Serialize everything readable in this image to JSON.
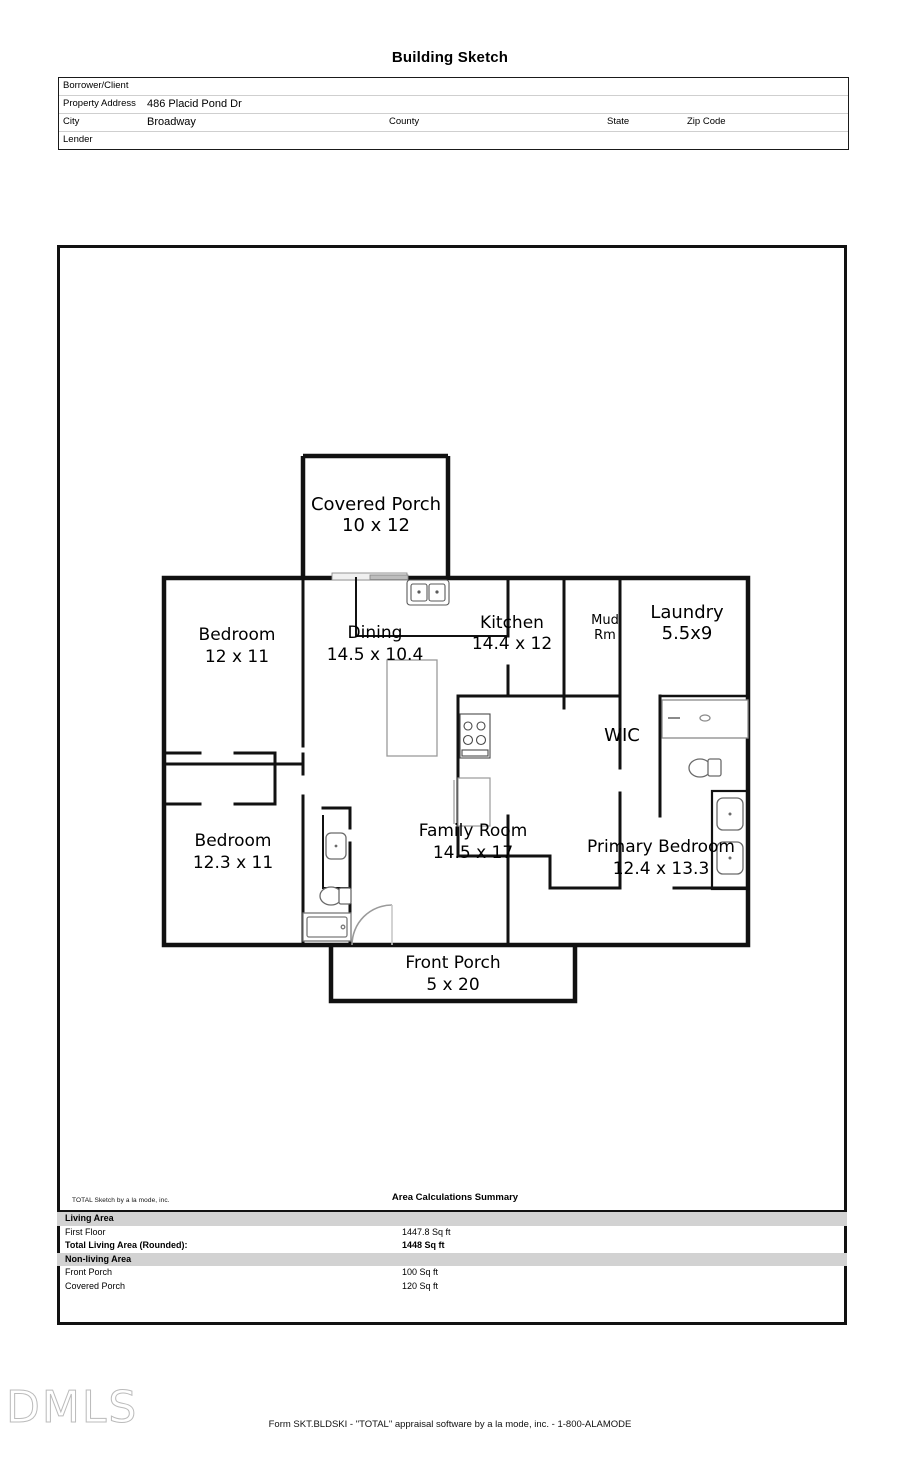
{
  "document": {
    "title": "Building Sketch",
    "form_footer": "Form SKT.BLDSKI - \"TOTAL\" appraisal software by a la mode, inc. - 1-800-ALAMODE",
    "watermark": "DMLS",
    "sketch_credit": "TOTAL Sketch by a la mode, inc."
  },
  "header_fields": [
    {
      "label": "Borrower/Client",
      "value": ""
    },
    {
      "label": "Property Address",
      "value": "486 Placid Pond Dr"
    },
    {
      "label": "City",
      "value": "Broadway",
      "label_county": "County",
      "value_county": "",
      "label_state": "State",
      "value_state": "",
      "label_zip": "Zip Code",
      "value_zip": ""
    },
    {
      "label": "Lender",
      "value": ""
    }
  ],
  "floorplan": {
    "rooms": [
      {
        "name": "Covered Porch",
        "dimensions": "10 x 12"
      },
      {
        "name": "Bedroom",
        "dimensions": "12 x 11"
      },
      {
        "name": "Dining",
        "dimensions": "14.5 x 10.4"
      },
      {
        "name": "Kitchen",
        "dimensions": "14.4 x 12"
      },
      {
        "name": "Mud",
        "dimensions": "Rm"
      },
      {
        "name": "Laundry",
        "dimensions": "5.5x9"
      },
      {
        "name": "WIC",
        "dimensions": ""
      },
      {
        "name": "Bedroom",
        "dimensions": "12.3 x 11"
      },
      {
        "name": "Family Room",
        "dimensions": "14.5 x 17"
      },
      {
        "name": "Primary Bedroom",
        "dimensions": "12.4 x 13.3"
      },
      {
        "name": "Front Porch",
        "dimensions": "5 x 20"
      }
    ]
  },
  "area_summary": {
    "title": "Area Calculations Summary",
    "rows": [
      {
        "kind": "section",
        "label": "Living Area",
        "value": ""
      },
      {
        "kind": "item",
        "label": "First Floor",
        "value": "1447.8 Sq ft"
      },
      {
        "kind": "total",
        "label": "Total Living Area (Rounded):",
        "value": "1448 Sq ft"
      },
      {
        "kind": "section",
        "label": "Non-living Area",
        "value": ""
      },
      {
        "kind": "item",
        "label": "Front Porch",
        "value": "100 Sq ft"
      },
      {
        "kind": "item",
        "label": "Covered Porch",
        "value": "120 Sq ft"
      }
    ]
  }
}
